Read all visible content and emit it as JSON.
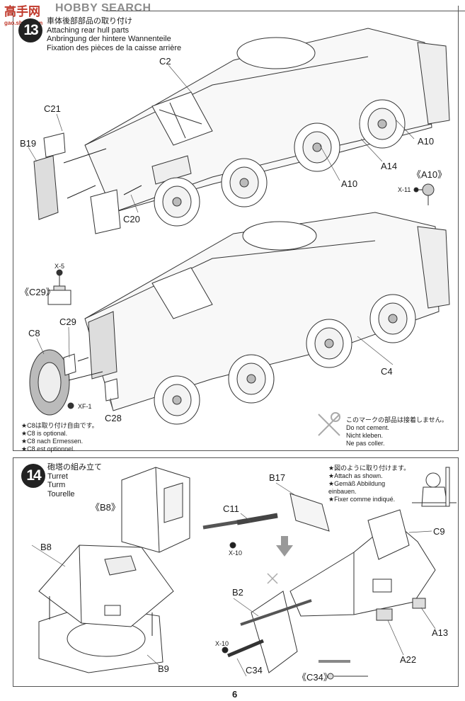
{
  "watermark": {
    "logo_cn": "高手网",
    "brand": "HOBBY SEARCH",
    "sub": "gao.shou.com"
  },
  "page_number": "6",
  "step13": {
    "number": "13",
    "title_ja": "車体後部部品の取り付け",
    "title_en": "Attaching rear hull parts",
    "title_de": "Anbringung der hintere Wannenteile",
    "title_fr": "Fixation des pièces de la caisse arrière",
    "part_labels": {
      "C2": "C2",
      "C21": "C21",
      "B19": "B19",
      "C20": "C20",
      "A10a": "A10",
      "A14": "A14",
      "A10b": "A10",
      "C29": "C29",
      "C8": "C8",
      "C28": "C28",
      "C4": "C4"
    },
    "detail_A10": {
      "label": "《A10》",
      "screw": "X-11"
    },
    "detail_C29": {
      "label": "《C29》",
      "screw": "X-5"
    },
    "c8_screw": "XF-1",
    "optional_note": [
      "★C8は取り付け自由です。",
      "★C8 is optional.",
      "★C8 nach Ermessen.",
      "★C8 est optionnel."
    ],
    "no_cement_note": [
      "このマークの部品は接着しません。",
      "Do not cement.",
      "Nicht kleben.",
      "Ne pas coller."
    ]
  },
  "step14": {
    "number": "14",
    "title_ja": "砲塔の組み立て",
    "title_en": "Turret",
    "title_de": "Turm",
    "title_fr": "Tourelle",
    "part_labels": {
      "B8_detail": "《B8》",
      "B8": "B8",
      "B9": "B9",
      "B17": "B17",
      "C11": "C11",
      "C9": "C9",
      "B2": "B2",
      "A13": "A13",
      "A22": "A22",
      "C34": "C34",
      "C34_detail": "《C34》"
    },
    "screws": {
      "c11": "X-10",
      "c34": "X-10"
    },
    "attach_note": [
      "★図のように取り付けます。",
      "★Attach as shown.",
      "★Gemäß Abbildung",
      "einbauen.",
      "★Fixer comme indiqué."
    ]
  }
}
